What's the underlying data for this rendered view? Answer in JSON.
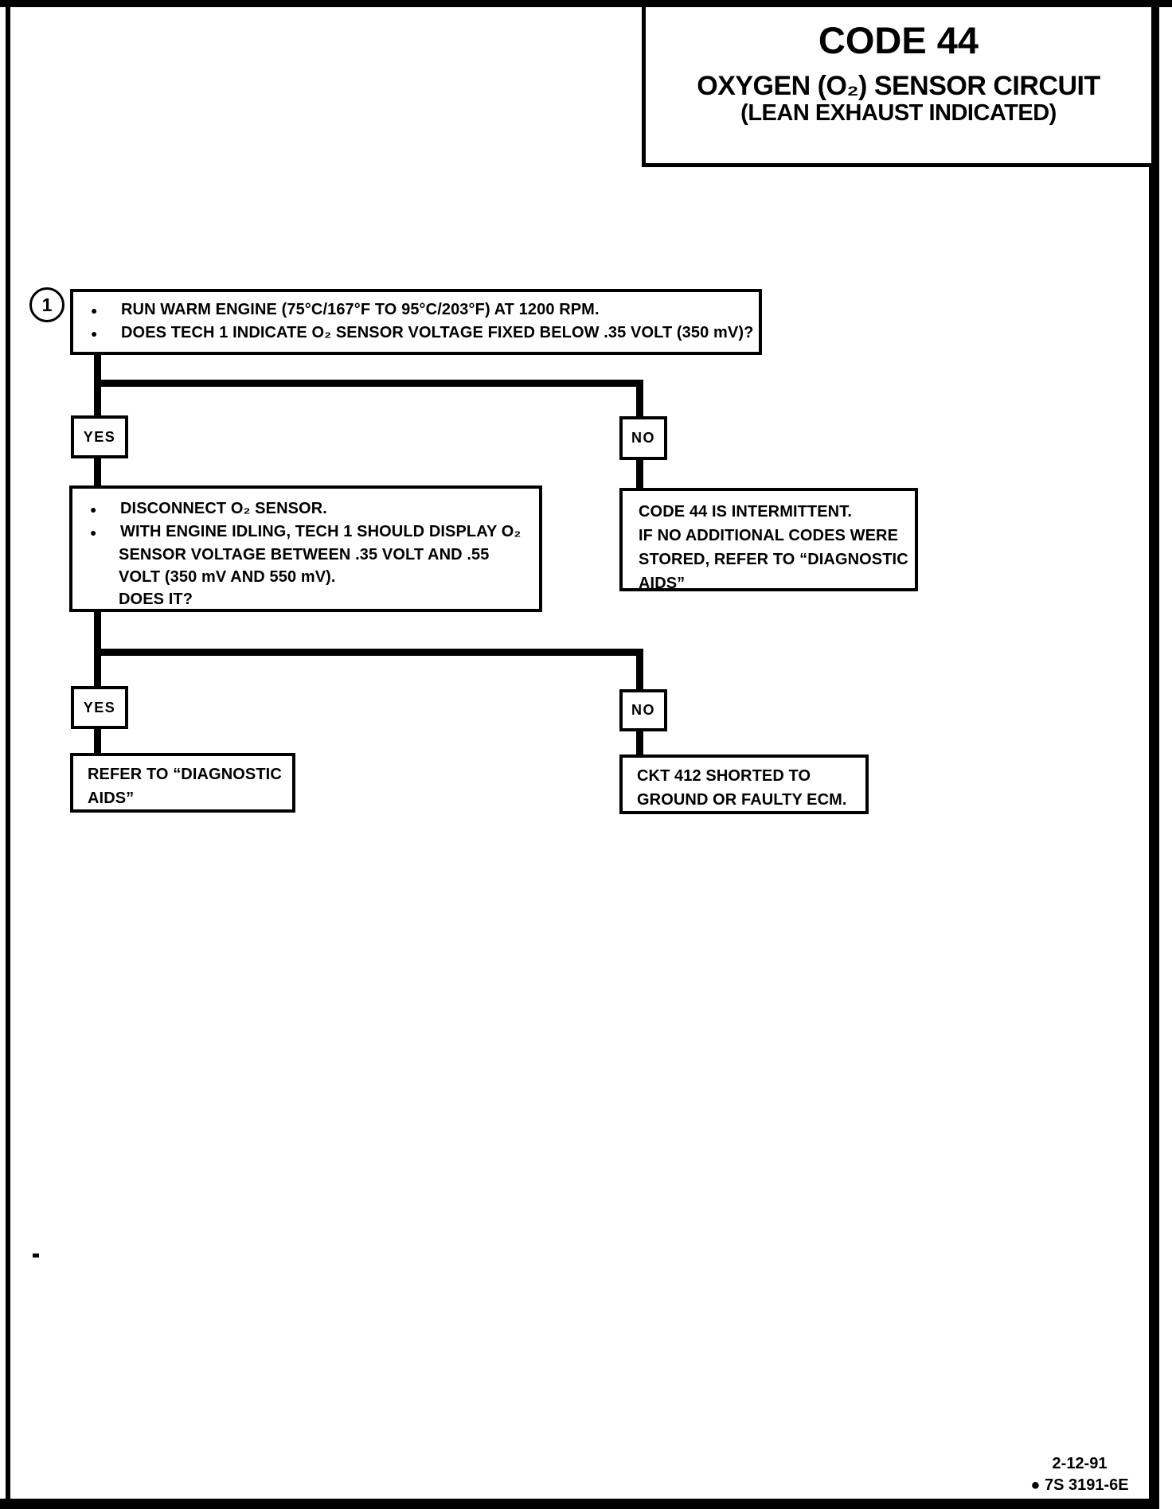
{
  "title_panel": {
    "title": "CODE 44",
    "subtitle": "OXYGEN (O₂) SENSOR CIRCUIT",
    "subtitle2": "(LEAN EXHAUST INDICATED)"
  },
  "flowchart": {
    "step_marker": "1",
    "bullet": "●",
    "step1_box": {
      "lines": [
        "RUN WARM ENGINE (75°C/167°F TO 95°C/203°F) AT 1200 RPM.",
        "DOES TECH 1 INDICATE O₂ SENSOR VOLTAGE FIXED BELOW .35 VOLT (350 mV)?"
      ]
    },
    "branch1": {
      "yes": "YES",
      "no": "NO"
    },
    "disconnect_box": {
      "bullet1_line": "DISCONNECT O₂ SENSOR.",
      "bullet2_lines": [
        "WITH ENGINE IDLING, TECH 1 SHOULD DISPLAY O₂",
        "SENSOR VOLTAGE BETWEEN .35 VOLT AND .55",
        "VOLT (350 mV AND 550 mV).",
        "DOES IT?"
      ]
    },
    "intermittent_box": {
      "lines": [
        "CODE 44 IS INTERMITTENT.",
        "IF NO ADDITIONAL CODES WERE",
        "STORED, REFER TO “DIAGNOSTIC",
        "AIDS”"
      ]
    },
    "branch2": {
      "yes": "YES",
      "no": "NO"
    },
    "diagnostic_aids_box": {
      "lines": [
        "REFER TO “DIAGNOSTIC",
        "AIDS”"
      ]
    },
    "ckt412_box": {
      "lines": [
        "CKT 412 SHORTED TO",
        "GROUND OR FAULTY ECM."
      ]
    }
  },
  "footer": {
    "date": "2-12-91",
    "doc_number": "● 7S 3191-6E"
  }
}
